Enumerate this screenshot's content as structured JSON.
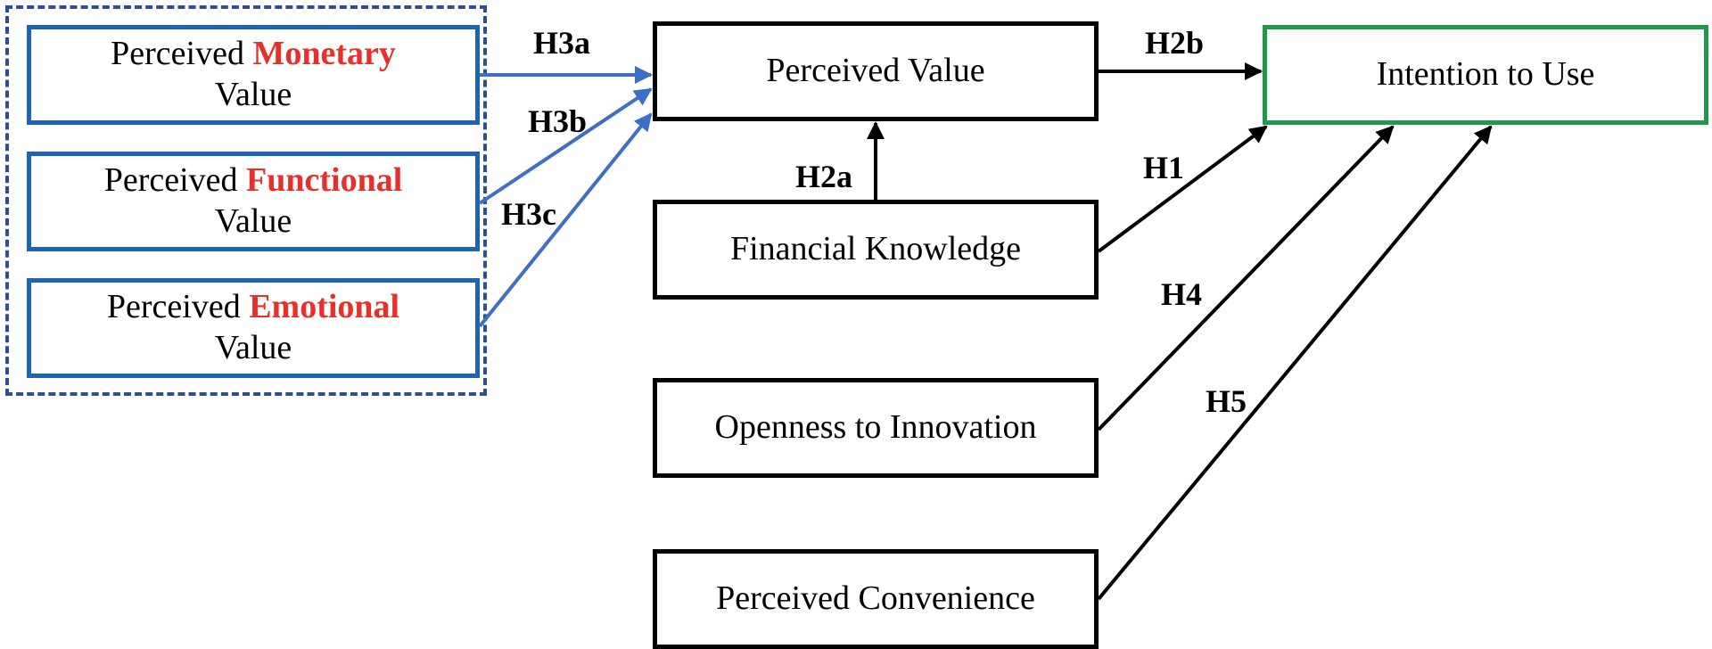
{
  "colors": {
    "moderator_border": "#1e64b4",
    "outcome_border": "#1c9a4a",
    "highlight_text": "#e8302b",
    "group_border": "#2f4f8a",
    "blue_arrow": "#3c6fc6",
    "black_arrow": "#000000"
  },
  "nodes": {
    "monetary": {
      "prefix": "Perceived",
      "highlight": "Monetary",
      "suffix": "Value"
    },
    "functional": {
      "prefix": "Perceived",
      "highlight": "Functional",
      "suffix": "Value"
    },
    "emotional": {
      "prefix": "Perceived",
      "highlight": "Emotional",
      "suffix": "Value"
    },
    "perceived_value": "Perceived Value",
    "financial_knowledge": "Financial Knowledge",
    "openness": "Openness to Innovation",
    "convenience": "Perceived Convenience",
    "intention": "Intention to Use"
  },
  "hypotheses": {
    "h3a": "H3a",
    "h3b": "H3b",
    "h3c": "H3c",
    "h2a": "H2a",
    "h2b": "H2b",
    "h1": "H1",
    "h4": "H4",
    "h5": "H5"
  }
}
